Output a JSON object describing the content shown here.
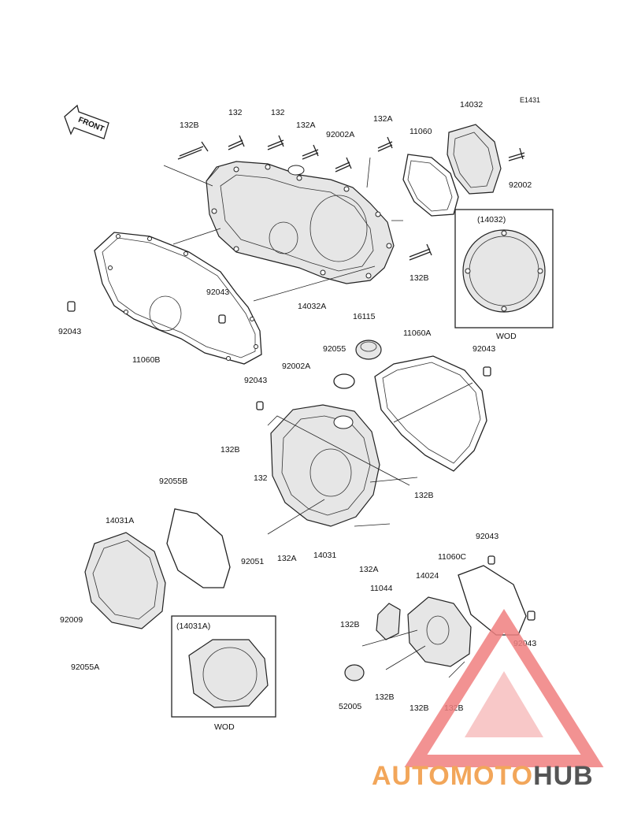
{
  "diagram": {
    "code": "E1431",
    "front_label": "FRONT",
    "wod_label": "WOD",
    "labels": {
      "l_132B_1": "132B",
      "l_132_1": "132",
      "l_132_2": "132",
      "l_132A_1": "132A",
      "l_92002A_1": "92002A",
      "l_132A_2": "132A",
      "l_11060": "11060",
      "l_14032": "14032",
      "l_92002": "92002",
      "l_14032_box": "(14032)",
      "l_132B_2": "132B",
      "l_14032A": "14032A",
      "l_92043_1": "92043",
      "l_92043_2": "92043",
      "l_11060B": "11060B",
      "l_16115": "16115",
      "l_11060A": "11060A",
      "l_92055": "92055",
      "l_92043_3": "92043",
      "l_92002A_2": "92002A",
      "l_92043_4": "92043",
      "l_132B_3": "132B",
      "l_92055B": "92055B",
      "l_132_3": "132",
      "l_132B_4": "132B",
      "l_14031A": "14031A",
      "l_92051": "92051",
      "l_132A_3": "132A",
      "l_14031": "14031",
      "l_132A_4": "132A",
      "l_92043_5": "92043",
      "l_11060C": "11060C",
      "l_11044": "11044",
      "l_14024": "14024",
      "l_92009": "92009",
      "l_92055A": "92055A",
      "l_14031A_box": "(14031A)",
      "l_132B_5": "132B",
      "l_92043_6": "92043",
      "l_52005": "52005",
      "l_132B_6": "132B",
      "l_132B_7": "132B",
      "l_132B_8": "132B"
    }
  },
  "watermark": {
    "text_a": "AUTOMOTO",
    "text_b": "HUB",
    "color_a": "#f2a65a",
    "color_b": "#555555",
    "logo_color": "#f08080"
  }
}
